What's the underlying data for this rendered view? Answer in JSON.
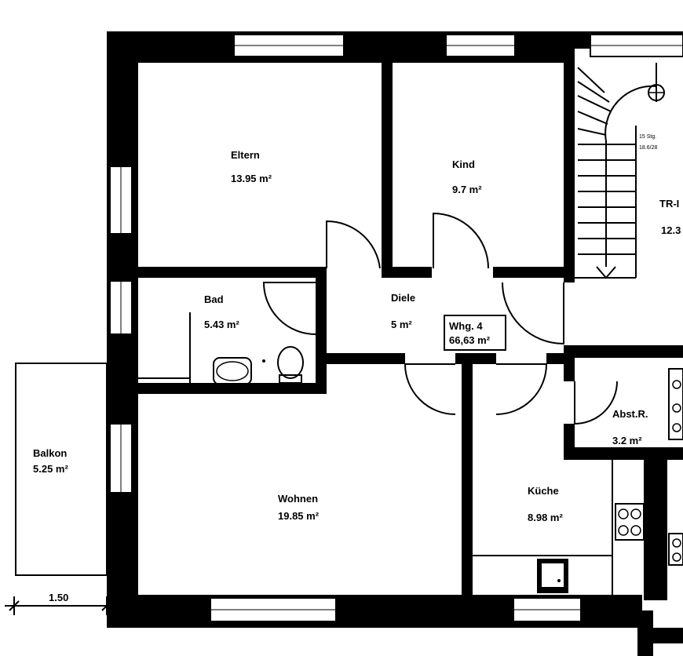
{
  "rooms": {
    "eltern": {
      "name": "Eltern",
      "area": "13.95 m²"
    },
    "kind": {
      "name": "Kind",
      "area": "9.7 m²"
    },
    "bad": {
      "name": "Bad",
      "area": "5.43 m²"
    },
    "diele": {
      "name": "Diele",
      "area": "5 m²"
    },
    "wohnen": {
      "name": "Wohnen",
      "area": "19.85 m²"
    },
    "kueche": {
      "name": "Küche",
      "area": "8.98 m²"
    },
    "abstell": {
      "name": "Abst.R.",
      "area": "3.2 m²"
    },
    "balkon": {
      "name": "Balkon",
      "area": "5.25 m²"
    },
    "treppe": {
      "name": "TR-I",
      "area": "12.3"
    }
  },
  "unit": {
    "title": "Whg. 4",
    "area": "66,63 m²"
  },
  "stairs": {
    "steps": "15 Stg.",
    "ratio": "18.6/28"
  },
  "dimension": {
    "balcony_depth": "1.50"
  }
}
